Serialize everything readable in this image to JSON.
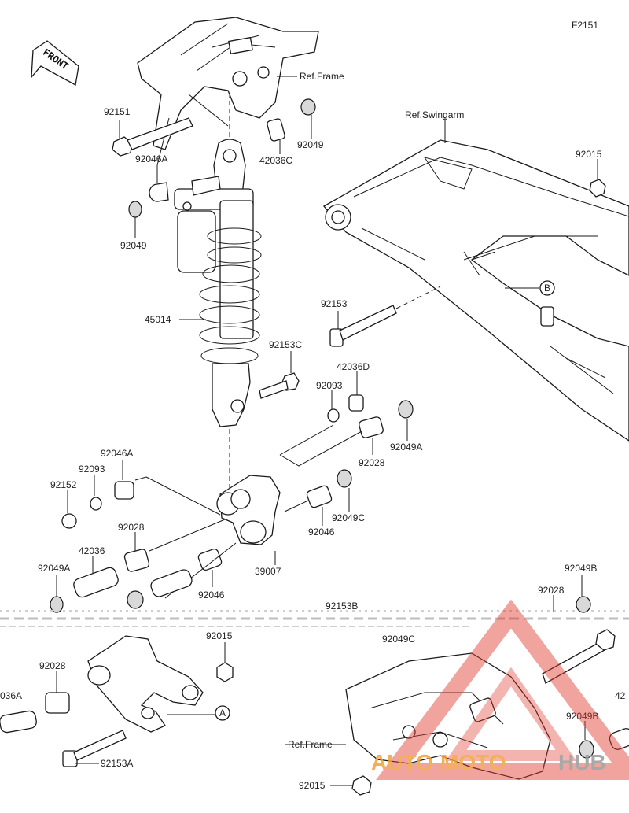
{
  "figure_code": "F2151",
  "front_label": "FRONT",
  "ref_labels": {
    "frame_top": "Ref.Frame",
    "swingarm": "Ref.Swingarm",
    "frame_bottom": "Ref.Frame"
  },
  "callouts": {
    "a": "A",
    "b": "B"
  },
  "parts": {
    "p92151": "92151",
    "p92046A_top": "92046A",
    "p92049_left": "92049",
    "p42036C": "42036C",
    "p92049_top": "92049",
    "p45014": "45014",
    "p92153": "92153",
    "p92153C": "92153C",
    "p42036D": "42036D",
    "p92093_right": "92093",
    "p92028_right": "92028",
    "p92049A_right": "92049A",
    "p92015_top": "92015",
    "p92046A_mid": "92046A",
    "p92093_left": "92093",
    "p92152": "92152",
    "p92028_mid": "92028",
    "p42036": "42036",
    "p92049A_left": "92049A",
    "p92046_mid": "92046",
    "p39007": "39007",
    "p92046_right": "92046",
    "p92049C_right": "92049C",
    "p92153B": "92153B",
    "p92049C_bottom": "92049C",
    "p92015_mid": "92015",
    "p92028_left": "92028",
    "p036A": "036A",
    "p92153A": "92153A",
    "p92049B_top": "92049B",
    "p92028_br": "92028",
    "p92049B_bottom": "92049B",
    "p92015_bottom": "92015",
    "p42_edge": "42"
  },
  "watermark": {
    "part1": "AUTO",
    "part2": "MOTO",
    "part3": "HUB",
    "color_red": "#e03a2f",
    "color_orange": "#f2a33a",
    "color_gray": "#9a9a9a"
  }
}
